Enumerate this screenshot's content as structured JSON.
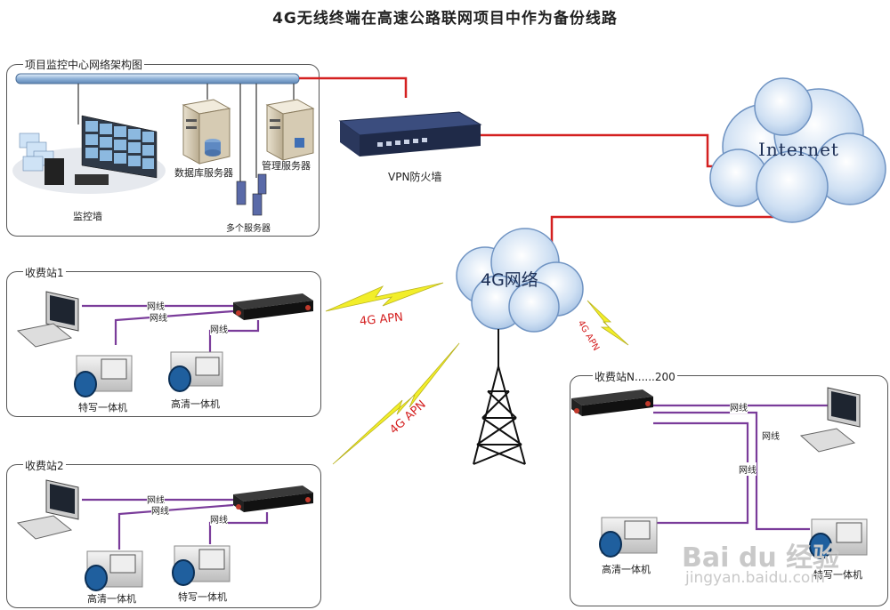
{
  "title": "4G无线终端在高速公路联网项目中作为备份线路",
  "center_panel": {
    "label": "项目监控中心网络架构图",
    "video_wall": "监控墙",
    "db_server": "数据库服务器",
    "mgmt_server": "管理服务器",
    "multi_server": "多个服务器"
  },
  "firewall": "VPN防火墙",
  "internet": "Internet",
  "network_4g": "4G网络",
  "apn_labels": [
    "4G APN",
    "4G APN",
    "4G APN"
  ],
  "station1": {
    "label": "收费站1",
    "cable1": "网线",
    "cable2": "网线",
    "cable3": "网线",
    "cam1": "特写一体机",
    "cam2": "高清一体机"
  },
  "station2": {
    "label": "收费站2",
    "cable1": "网线",
    "cable2": "网线",
    "cable3": "网线",
    "cam1": "高清一体机",
    "cam2": "特写一体机"
  },
  "stationN": {
    "label": "收费站N......200",
    "cable1": "网线",
    "cable2": "网线",
    "cable3": "网线",
    "cam1": "高清一体机",
    "cam2": "特写一体机"
  },
  "watermark": {
    "brand": "Bai du 经验",
    "url": "jingyan.baidu.com"
  },
  "colors": {
    "wan_line": "#d42020",
    "lan_line": "#7a3c9a",
    "cloud": "#bcd3ee",
    "lightning": "#f2ee2a"
  }
}
